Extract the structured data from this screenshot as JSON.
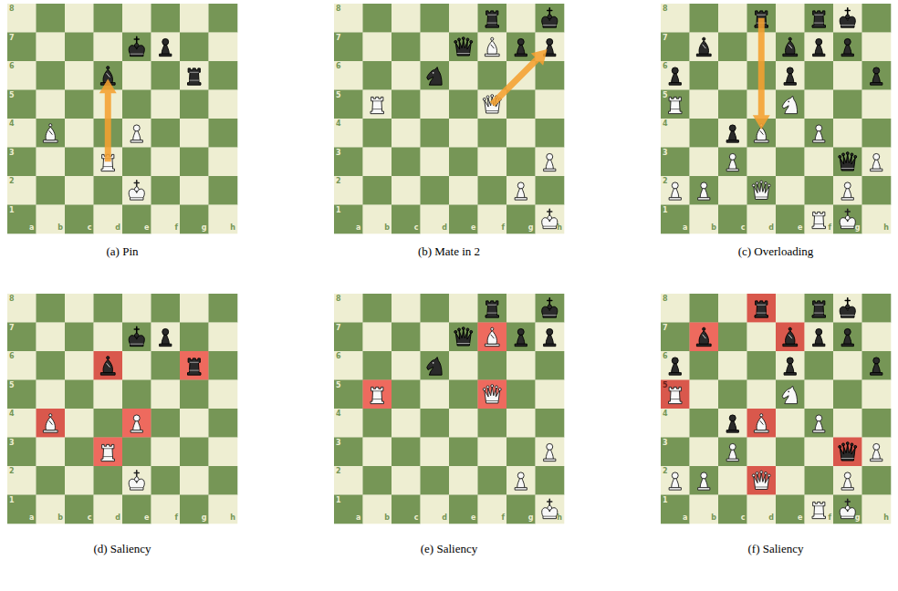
{
  "diagram": {
    "labels": [
      "8",
      "7",
      "6",
      "5",
      "4",
      "3",
      "2",
      "1",
      "a",
      "b",
      "c",
      "d",
      "e",
      "f",
      "g",
      "h",
      "(a) Pin",
      "8",
      "7",
      "6",
      "5",
      "4",
      "3",
      "2",
      "1",
      "a",
      "b",
      "c",
      "d",
      "e",
      "f",
      "g",
      "h",
      "(b) Mate in 2",
      "8",
      "7",
      "6",
      "5",
      "4",
      "3",
      "2",
      "1",
      "a",
      "b",
      "c",
      "d",
      "e",
      "f",
      "g",
      "h",
      "(c) Overloading",
      "8",
      "7",
      "6",
      "5",
      "4",
      "3",
      "2",
      "1",
      "a",
      "b",
      "c",
      "d",
      "e",
      "f",
      "g",
      "h",
      "(d) Saliency",
      "8",
      "7",
      "6",
      "5",
      "4",
      "3",
      "2",
      "1",
      "a",
      "b",
      "c",
      "d",
      "e",
      "f",
      "g",
      "h",
      "(e) Saliency",
      "8",
      "7",
      "6",
      "5",
      "4",
      "3",
      "2",
      "1",
      "a",
      "b",
      "c",
      "d",
      "e",
      "f",
      "g",
      "h",
      "(f) Saliency"
    ]
  }
}
